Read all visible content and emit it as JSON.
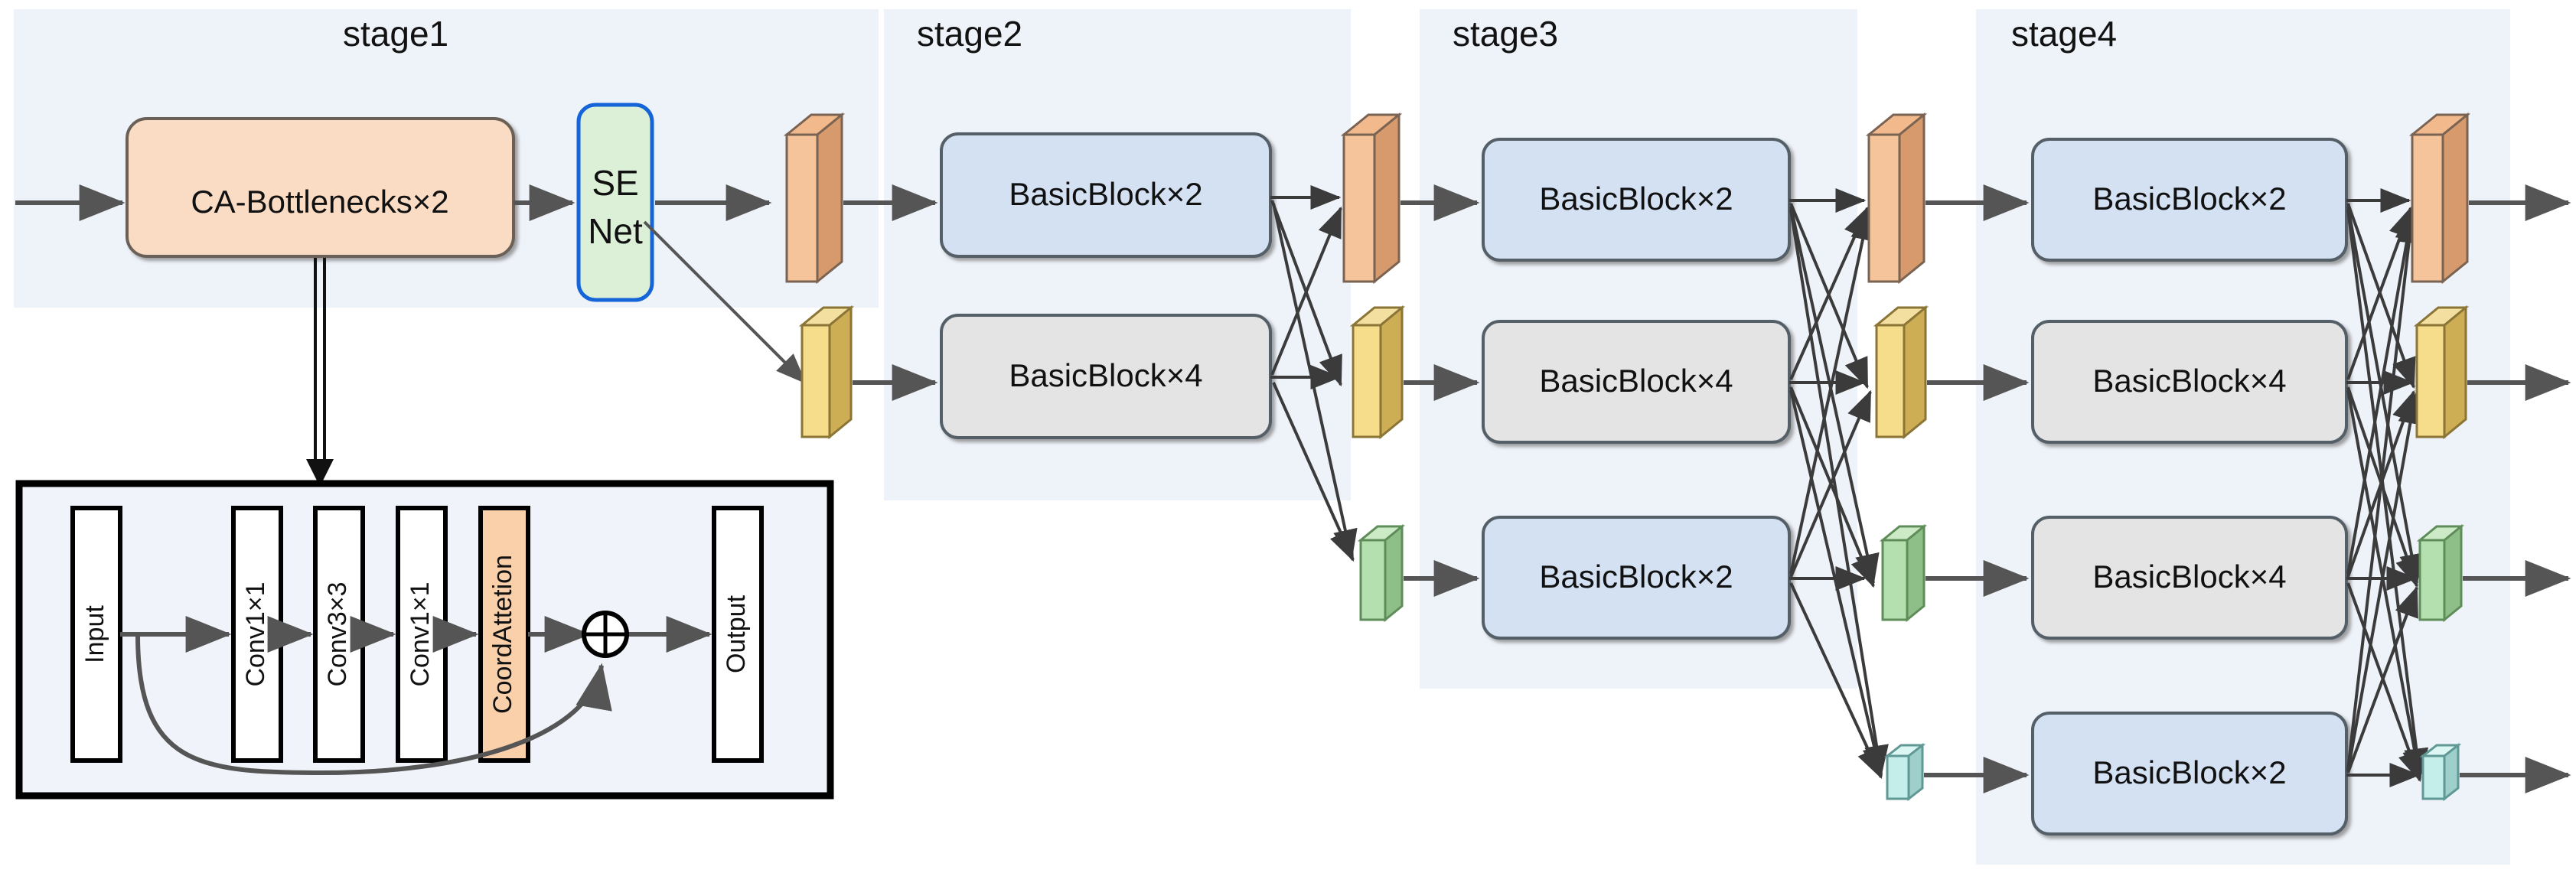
{
  "diagram": {
    "title_absent": true,
    "background_color": "#ffffff",
    "stage_bg_color": "#eef3fa",
    "colors": {
      "blue_block_fill": "#d3e1f3",
      "gray_block_fill": "#e4e4e4",
      "peach_block_fill": "#fadcc4",
      "green_block_fill": "#dcf0d8",
      "senet_border": "#1565d8",
      "orange_slab": "#f5c49a",
      "orange_slab_side": "#c98c5c",
      "yellow_slab": "#f6dd8c",
      "yellow_slab_side": "#bfa044",
      "green_slab": "#b4dfae",
      "green_slab_side": "#86b87f",
      "cyan_slab": "#c4eeea",
      "cyan_slab_side": "#8ec6c2",
      "block_border": "#555555",
      "arrow_color": "#555555",
      "detail_border": "#000000",
      "attention_fill": "#fad0ab"
    },
    "stages": [
      {
        "name": "stage1",
        "label": "stage1",
        "blocks": [
          {
            "label": "CA-Bottlenecks×2",
            "style": "peach"
          },
          {
            "label_line1": "SE",
            "label_line2": "Net",
            "style": "green-senet"
          }
        ],
        "output_slabs": [
          "orange",
          "yellow"
        ]
      },
      {
        "name": "stage2",
        "label": "stage2",
        "blocks": [
          {
            "label": "BasicBlock×2",
            "style": "blue"
          },
          {
            "label": "BasicBlock×4",
            "style": "gray"
          }
        ],
        "output_slabs": [
          "orange",
          "yellow",
          "green"
        ]
      },
      {
        "name": "stage3",
        "label": "stage3",
        "blocks": [
          {
            "label": "BasicBlock×2",
            "style": "blue"
          },
          {
            "label": "BasicBlock×4",
            "style": "gray"
          },
          {
            "label": "BasicBlock×2",
            "style": "blue"
          }
        ],
        "output_slabs": [
          "orange",
          "yellow",
          "green",
          "cyan"
        ]
      },
      {
        "name": "stage4",
        "label": "stage4",
        "blocks": [
          {
            "label": "BasicBlock×2",
            "style": "blue"
          },
          {
            "label": "BasicBlock×4",
            "style": "gray"
          },
          {
            "label": "BasicBlock×4",
            "style": "gray"
          },
          {
            "label": "BasicBlock×2",
            "style": "blue"
          }
        ],
        "output_slabs": [
          "orange",
          "yellow",
          "green",
          "cyan"
        ]
      }
    ],
    "detail_panel": {
      "name": "ca-bottleneck-detail",
      "items": [
        {
          "label": "Input",
          "style": "plain"
        },
        {
          "label": "Conv1×1",
          "style": "plain"
        },
        {
          "label": "Conv3×3",
          "style": "plain"
        },
        {
          "label": "Conv1×1",
          "style": "plain"
        },
        {
          "label": "CoordAttetion",
          "style": "attention"
        },
        {
          "label": "Output",
          "style": "plain"
        }
      ],
      "sum_symbol": "⊕"
    }
  }
}
